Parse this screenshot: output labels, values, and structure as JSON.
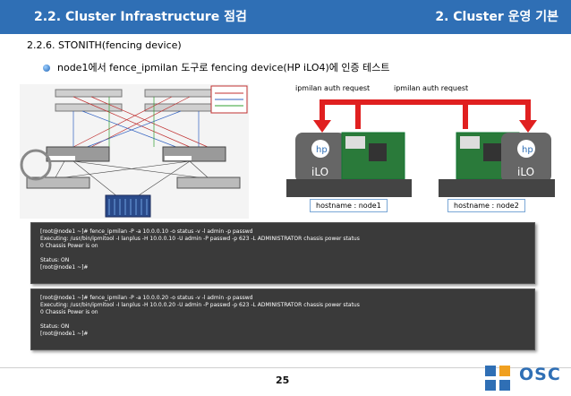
{
  "header": {
    "title_left": "2.2. Cluster Infrastructure 점검",
    "title_right": "2. Cluster 운영 기본",
    "color": "#2f6fb5"
  },
  "subheading": "2.2.6. STONITH(fencing device)",
  "bullet": "node1에서 fence_ipmilan 도구로 fencing device(HP iLO4)에 인증 테스트",
  "diagram": {
    "auth_label_1": "ipmilan auth request",
    "auth_label_2": "ipmilan auth request",
    "hostname_1": "hostname : node1",
    "hostname_2": "hostname : node2",
    "arrow_color": "#e02020"
  },
  "terminal_1": {
    "lines": [
      "[root@node1 ~]# fence_ipmilan -P -a 10.0.0.10 -o status -v -l admin -p passwd",
      "Executing: /usr/bin/ipmitool -I lanplus -H 10.0.0.10 -U admin -P passwd -p 623 -L ADMINISTRATOR chassis power status",
      "0 Chassis Power is on",
      "",
      "Status: ON",
      "[root@node1 ~]#"
    ]
  },
  "terminal_2": {
    "lines": [
      "[root@node1 ~]# fence_ipmilan -P -a 10.0.0.20 -o status -v -l admin -p passwd",
      "Executing: /usr/bin/ipmitool -I lanplus -H 10.0.0.20 -U admin -P passwd -p 623 -L ADMINISTRATOR chassis power status",
      "0 Chassis Power is on",
      "",
      "Status: ON",
      "[root@node1 ~]#"
    ]
  },
  "footer": {
    "page_number": "25",
    "logo": "OSC"
  }
}
